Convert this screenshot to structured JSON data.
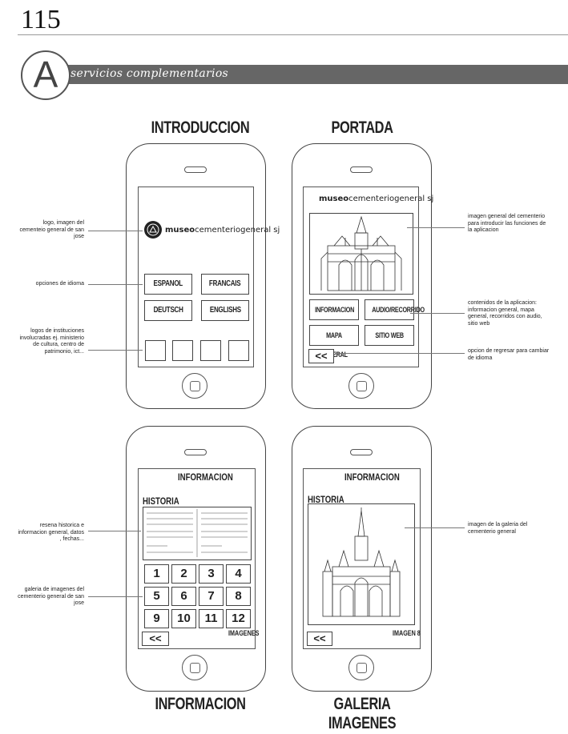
{
  "page_number": "115",
  "section": {
    "letter": "A",
    "title": "servicios complementarios"
  },
  "screens": {
    "introduccion": {
      "title": "INTRODUCCION",
      "logo_bold": "museo",
      "logo_rest": "cementeriogeneral sj",
      "languages": [
        "ESPANOL",
        "FRANCAIS",
        "DEUTSCH",
        "ENGLISHS"
      ]
    },
    "portada": {
      "title": "PORTADA",
      "logo_bold": "museo",
      "logo_rest": "cementeriogeneral sj",
      "buttons": [
        "INFORMACION",
        "AUDIO/RECORRIDO",
        "MAPA GENERAL",
        "SITIO WEB"
      ],
      "back": "<<"
    },
    "informacion": {
      "title": "INFORMACION",
      "screen_title": "INFORMACION",
      "section_label": "HISTORIA",
      "numbers": [
        "1",
        "2",
        "3",
        "4",
        "5",
        "6",
        "7",
        "8",
        "9",
        "10",
        "11",
        "12"
      ],
      "gallery_label": "IMAGENES",
      "back": "<<"
    },
    "galeria": {
      "title": "GALERIA IMAGENES",
      "screen_title": "INFORMACION",
      "section_label": "HISTORIA",
      "image_label": "IMAGEN 8",
      "back": "<<"
    }
  },
  "annotations": {
    "logo": "logo, imagen del cementeio general de san jose",
    "idioma": "opciones de idioma",
    "logos": "logos de instituciones involucradas ej. ministerio de cultura, centro de patrimonio, ict...",
    "imagen_general": "imagen general del cementerio para introducir las funciones de la aplicacion",
    "contenidos": "contenidos de la aplicacion: informacion general, mapa general, recorridos con audio, sitio web",
    "regresar": "opcion de regresar para cambiar de idioma",
    "resena": "resena historica e informacion general, datos , fechas...",
    "galeria": "galeria de imagenes del cementerio general de san jose",
    "imagen_galeria": "imagen de la galeria del cementerio general"
  },
  "colors": {
    "bar": "#666666",
    "line": "#444444"
  }
}
